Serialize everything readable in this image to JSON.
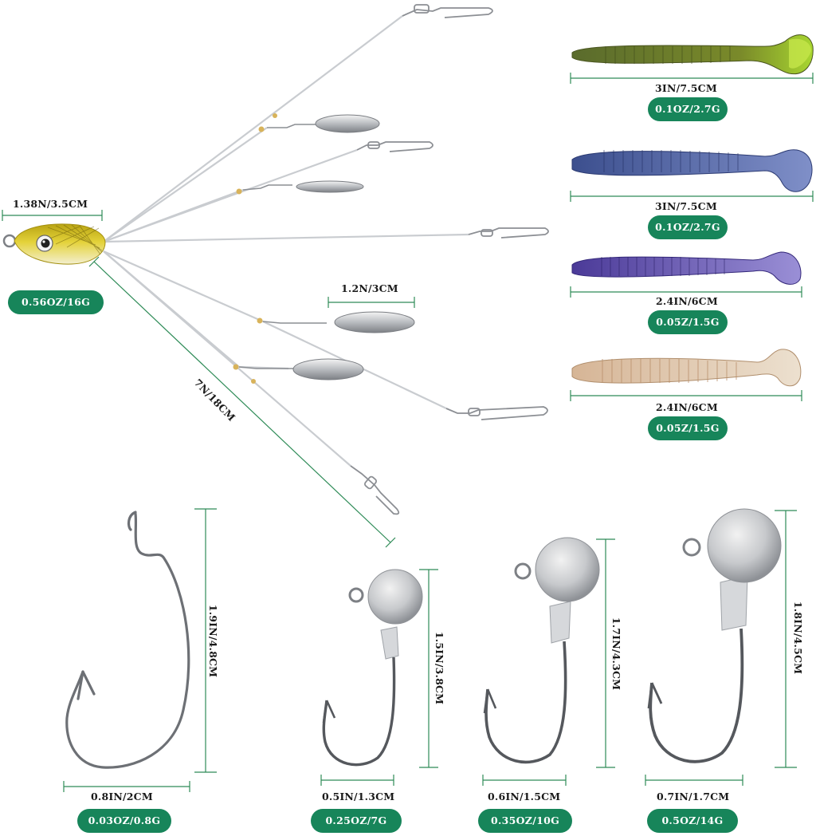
{
  "colors": {
    "badge_bg": "#17855a",
    "dimension_line": "#2e8b57",
    "wire": "#c9ccd0",
    "head_yellow": "#d8c21a"
  },
  "umbrella_rig": {
    "head_length": "1.38N/3.5CM",
    "head_weight": "0.56OZ/16G",
    "blade_length": "1.2N/3CM",
    "arm_length": "7N/18CM"
  },
  "swimbaits": [
    {
      "color": "green-yellow",
      "length": "3IN/7.5CM",
      "weight": "0.1OZ/2.7G"
    },
    {
      "color": "blue",
      "length": "3IN/7.5CM",
      "weight": "0.1OZ/2.7G"
    },
    {
      "color": "purple",
      "length": "2.4IN/6CM",
      "weight": "0.05Z/1.5G"
    },
    {
      "color": "tan",
      "length": "2.4IN/6CM",
      "weight": "0.05Z/1.5G"
    }
  ],
  "hooks": [
    {
      "type": "offset-worm-hook",
      "height": "1.9IN/4.8CM",
      "width": "0.8IN/2CM",
      "weight": "0.03OZ/0.8G"
    },
    {
      "type": "jig-head",
      "height": "1.5IN/3.8CM",
      "width": "0.5IN/1.3CM",
      "weight": "0.25OZ/7G"
    },
    {
      "type": "jig-head",
      "height": "1.7IN/4.3CM",
      "width": "0.6IN/1.5CM",
      "weight": "0.35OZ/10G"
    },
    {
      "type": "jig-head",
      "height": "1.8IN/4.5CM",
      "width": "0.7IN/1.7CM",
      "weight": "0.5OZ/14G"
    }
  ]
}
